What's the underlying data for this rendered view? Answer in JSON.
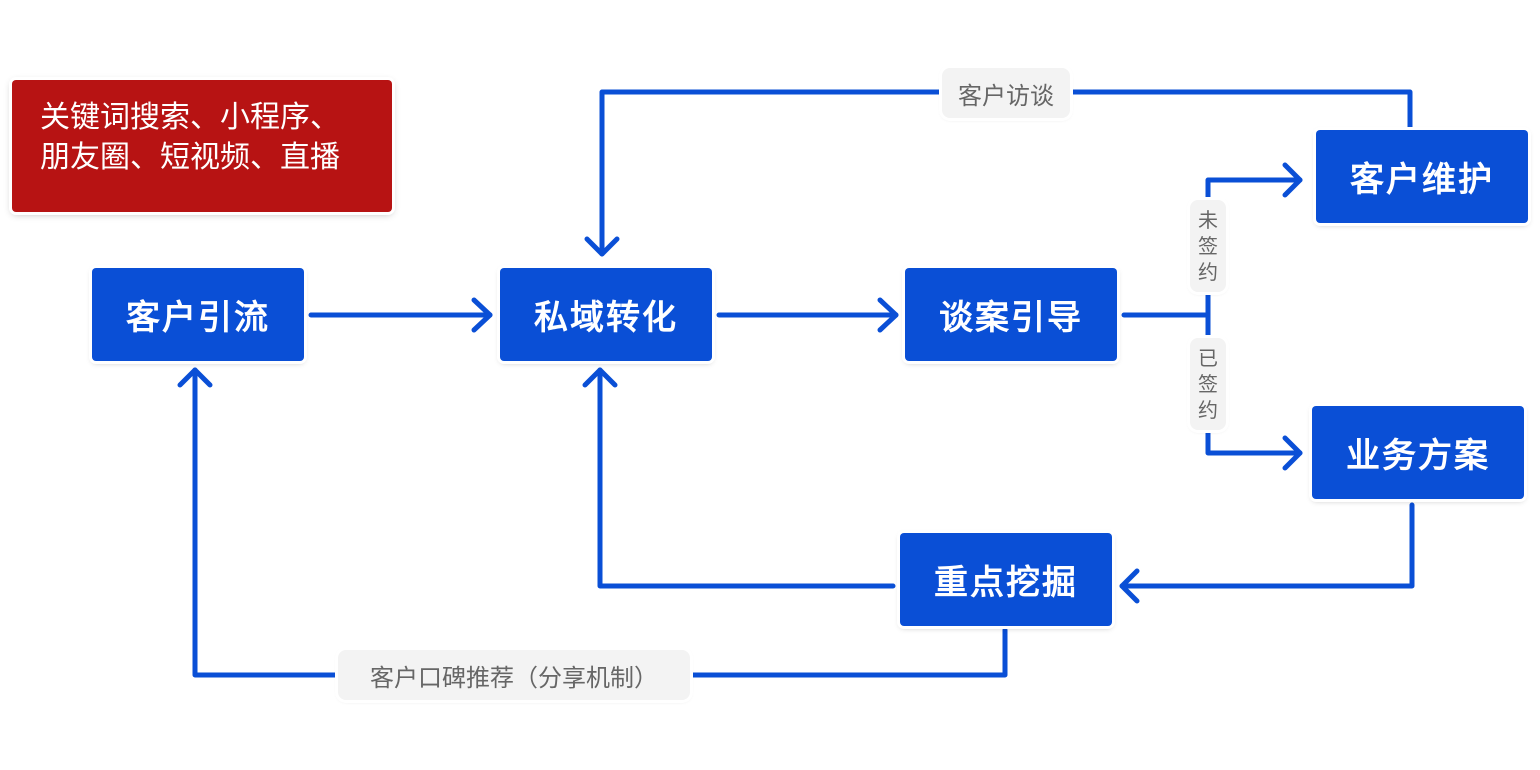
{
  "source": {
    "line1": "关键词搜索、小程序、",
    "line2": "朋友圈、短视频、直播"
  },
  "nodes": {
    "customer_acquisition": "客户引流",
    "private_conversion": "私域转化",
    "case_guidance": "谈案引导",
    "customer_maintenance": "客户维护",
    "business_plan": "业务方案",
    "key_mining": "重点挖掘"
  },
  "edge_labels": {
    "customer_interview": "客户访谈",
    "unsigned": [
      "未",
      "签",
      "约"
    ],
    "signed": [
      "已",
      "签",
      "约"
    ],
    "word_of_mouth": "客户口碑推荐（分享机制）"
  },
  "colors": {
    "node": "#0a4fd6",
    "connector": "#0a4fd6",
    "source_box": "#b71313",
    "label_bg": "#f3f3f3",
    "label_text": "#666666"
  }
}
